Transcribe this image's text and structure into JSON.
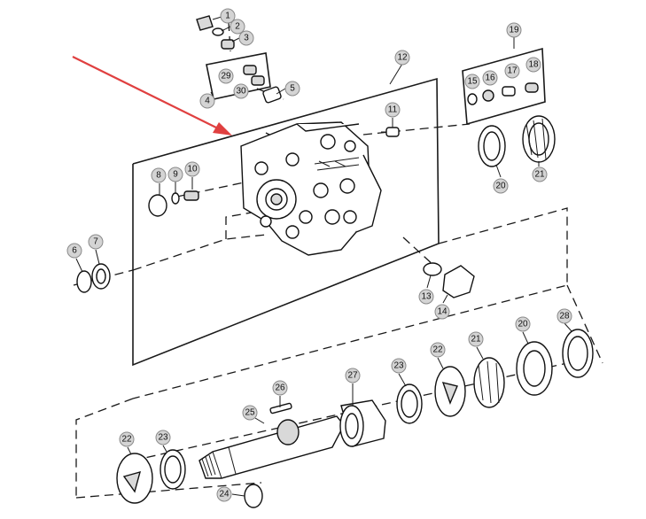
{
  "diagram": {
    "callouts": [
      {
        "id": "c1",
        "label": "1"
      },
      {
        "id": "c2",
        "label": "2"
      },
      {
        "id": "c3",
        "label": "3"
      },
      {
        "id": "c4",
        "label": "4"
      },
      {
        "id": "c5",
        "label": "5"
      },
      {
        "id": "c6",
        "label": "6"
      },
      {
        "id": "c7",
        "label": "7"
      },
      {
        "id": "c8",
        "label": "8"
      },
      {
        "id": "c9",
        "label": "9"
      },
      {
        "id": "c10",
        "label": "10"
      },
      {
        "id": "c11",
        "label": "11"
      },
      {
        "id": "c12",
        "label": "12"
      },
      {
        "id": "c13",
        "label": "13"
      },
      {
        "id": "c14",
        "label": "14"
      },
      {
        "id": "c15",
        "label": "15"
      },
      {
        "id": "c16",
        "label": "16"
      },
      {
        "id": "c17",
        "label": "17"
      },
      {
        "id": "c18",
        "label": "18"
      },
      {
        "id": "c19",
        "label": "19"
      },
      {
        "id": "c20a",
        "label": "20"
      },
      {
        "id": "c21a",
        "label": "21"
      },
      {
        "id": "c20b",
        "label": "20"
      },
      {
        "id": "c21b",
        "label": "21"
      },
      {
        "id": "c22a",
        "label": "22"
      },
      {
        "id": "c23a",
        "label": "23"
      },
      {
        "id": "c22b",
        "label": "22"
      },
      {
        "id": "c23b",
        "label": "23"
      },
      {
        "id": "c24",
        "label": "24"
      },
      {
        "id": "c25",
        "label": "25"
      },
      {
        "id": "c26",
        "label": "26"
      },
      {
        "id": "c27",
        "label": "27"
      },
      {
        "id": "c28",
        "label": "28"
      },
      {
        "id": "c29",
        "label": "29"
      },
      {
        "id": "c30",
        "label": "30"
      }
    ],
    "colors": {
      "arrow": "#e04040",
      "callout_fill": "#d4d4d4"
    }
  }
}
